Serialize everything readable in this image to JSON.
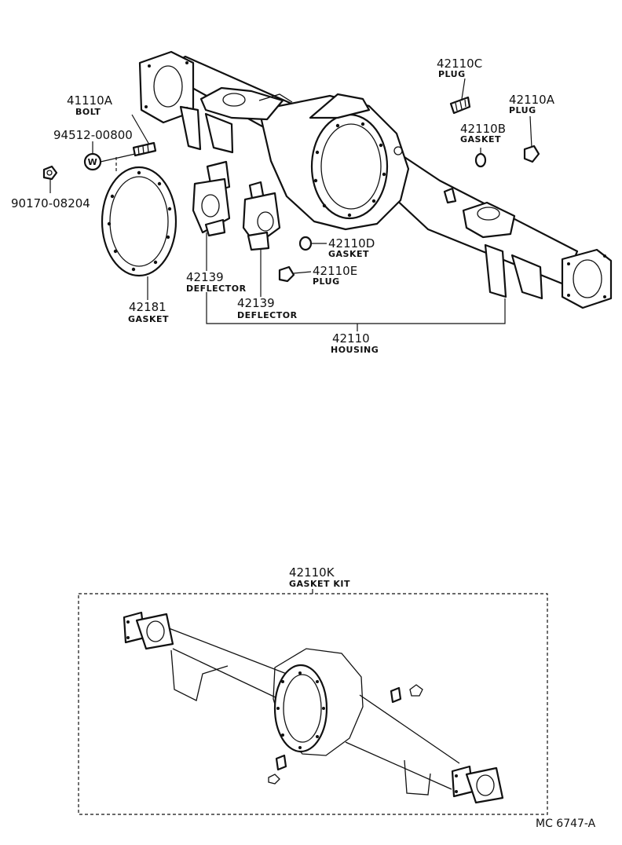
{
  "labels": {
    "bolt_41110a": {
      "number": "41110A",
      "name": "BOLT"
    },
    "washer_94512": {
      "number": "94512-00800",
      "mark": "W"
    },
    "nut_90170": {
      "number": "90170-08204"
    },
    "gasket_42181": {
      "number": "42181",
      "name": "GASKET"
    },
    "deflector_a": {
      "number": "42139",
      "name": "DEFLECTOR"
    },
    "deflector_b": {
      "number": "42139",
      "name": "DEFLECTOR"
    },
    "housing": {
      "number": "42110",
      "name": "HOUSING"
    },
    "plug_42110c": {
      "number": "42110C",
      "name": "PLUG"
    },
    "gasket_42110b": {
      "number": "42110B",
      "name": "GASKET"
    },
    "plug_42110a": {
      "number": "42110A",
      "name": "PLUG"
    },
    "gasket_42110d": {
      "number": "42110D",
      "name": "GASKET"
    },
    "plug_42110e": {
      "number": "42110E",
      "name": "PLUG"
    },
    "gasket_kit": {
      "number": "42110K",
      "name": "GASKET KIT"
    }
  },
  "figure_code": "MC  6747-A"
}
